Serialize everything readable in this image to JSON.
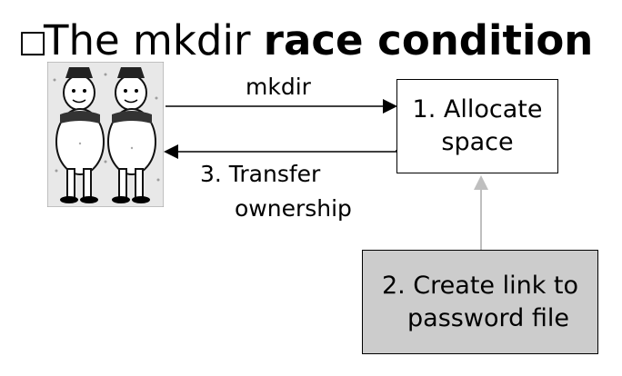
{
  "title": {
    "bullet": "□",
    "prefix": "The mkdir ",
    "emphasis": "race condition"
  },
  "diagram": {
    "image": "tweedledum-tweedledee-twins",
    "edges": [
      {
        "label": "mkdir"
      },
      {
        "label_line1": "3. Transfer",
        "label_line2": "ownership"
      },
      {
        "label": ""
      }
    ],
    "nodes": {
      "allocate": {
        "line1": "1. Allocate",
        "line2": "space",
        "fill": "#ffffff"
      },
      "link": {
        "line1": "2. Create link to",
        "line2": "password file",
        "fill": "#cccccc"
      }
    },
    "colors": {
      "arrow": "#000000",
      "dashed_arrow": "#bfbfbf"
    }
  }
}
